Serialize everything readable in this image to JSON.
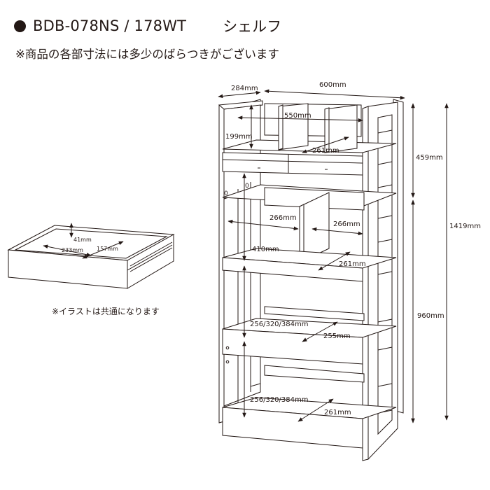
{
  "header": {
    "model": "BDB-078NS / 178WT",
    "type": "シェルフ"
  },
  "notes": {
    "variance": "※商品の各部寸法には多少のばらつきがございます",
    "illustration": "※イラストは共通になります"
  },
  "dimensions": {
    "depth_top": "284mm",
    "width_total": "600mm",
    "inner_width_top": "550mm",
    "top_shelf_height": "199mm",
    "top_shelf_depth": "261mm",
    "upper_section_height": "459mm",
    "total_height": "1419mm",
    "lower_section_height": "960mm",
    "left_bay_width": "266mm",
    "right_bay_width": "266mm",
    "upper_bay_height": "410mm",
    "upper_bay_depth": "261mm",
    "mid_shelf_height": "256/320/384mm",
    "mid_shelf_depth": "255mm",
    "bottom_shelf_height": "256/320/384mm",
    "bottom_shelf_depth": "261mm",
    "drawer_height": "41mm",
    "drawer_width": "233mm",
    "drawer_depth": "157mm"
  },
  "marks": {
    "hole_mark_left": "0",
    "hole_mark_right": "0"
  }
}
